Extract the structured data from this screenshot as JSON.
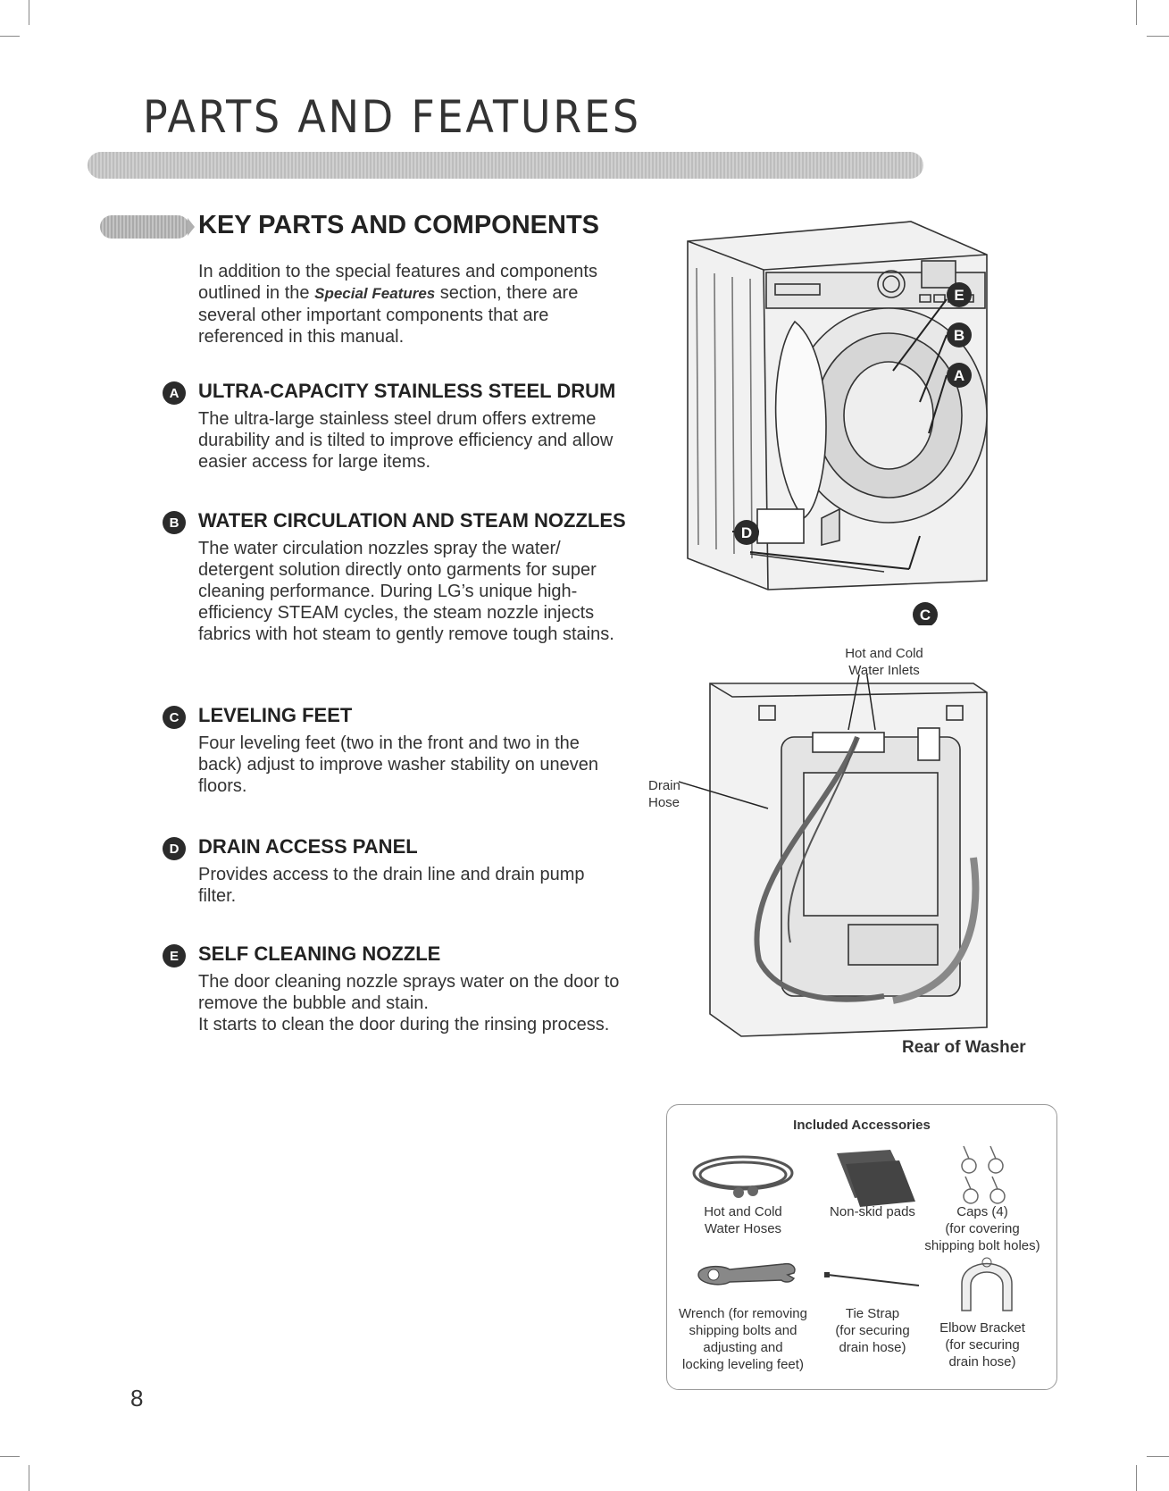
{
  "page_title": "PARTS AND FEATURES",
  "section_heading": "KEY PARTS AND COMPONENTS",
  "intro": {
    "before": "In addition to the special features and components outlined in the ",
    "em": "Special Features",
    "after": " section, there are several other important components that are referenced in this manual."
  },
  "sections": [
    {
      "badge": "A",
      "title": "ULTRA-CAPACITY STAINLESS STEEL DRUM",
      "body": "The ultra-large stainless steel drum offers extreme durability and is tilted to improve efficiency and allow easier access for large items."
    },
    {
      "badge": "B",
      "title": "WATER CIRCULATION AND STEAM NOZZLES",
      "body": "The water circulation nozzles spray the water/ detergent solution directly onto garments for super cleaning performance. During LG’s unique high-efficiency STEAM cycles, the steam nozzle injects fabrics with hot steam to gently remove tough stains."
    },
    {
      "badge": "C",
      "title": "LEVELING FEET",
      "body": "Four leveling feet (two in the front and two in the back) adjust to improve washer stability on uneven floors."
    },
    {
      "badge": "D",
      "title": "DRAIN ACCESS PANEL",
      "body": "Provides access to the drain line and drain pump filter."
    },
    {
      "badge": "E",
      "title": "SELF CLEANING NOZZLE",
      "body": "The door cleaning nozzle sprays water on the door to remove the bubble and stain.\nIt starts to clean the door during the rinsing process."
    }
  ],
  "front_callouts": [
    "E",
    "B",
    "A",
    "D",
    "C"
  ],
  "rear": {
    "inlets_label": "Hot and Cold\nWater Inlets",
    "drain_label": "Drain\nHose",
    "caption": "Rear of Washer"
  },
  "accessories": {
    "title": "Included Accessories",
    "items": [
      {
        "label": "Hot and Cold\nWater Hoses"
      },
      {
        "label": "Non-skid pads"
      },
      {
        "label": "Caps (4)\n(for covering\nshipping bolt holes)"
      },
      {
        "label": "Wrench (for removing\nshipping bolts and\nadjusting and\nlocking leveling feet)"
      },
      {
        "label": "Tie Strap\n(for securing\ndrain hose)"
      },
      {
        "label": "Elbow Bracket\n(for securing\ndrain hose)"
      }
    ]
  },
  "page_number": "8"
}
